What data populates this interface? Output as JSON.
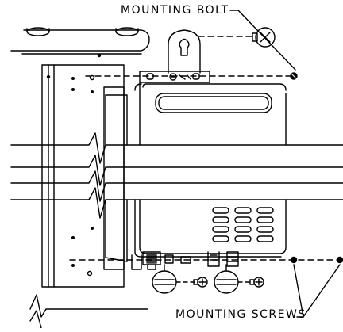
{
  "figure": {
    "labels": {
      "mounting_bolt": "MOUNTING BOLT",
      "mounting_screws": "MOUNTING SCREWS"
    },
    "colors": {
      "ink": "#000000",
      "background": "#ffffff"
    },
    "parts": [
      "wall-mount-bracket",
      "water-heater-unit",
      "mounting-bolt",
      "mounting-screw",
      "keyhole-slot",
      "wall-studs",
      "pipe-connections",
      "vent-louvers"
    ]
  }
}
